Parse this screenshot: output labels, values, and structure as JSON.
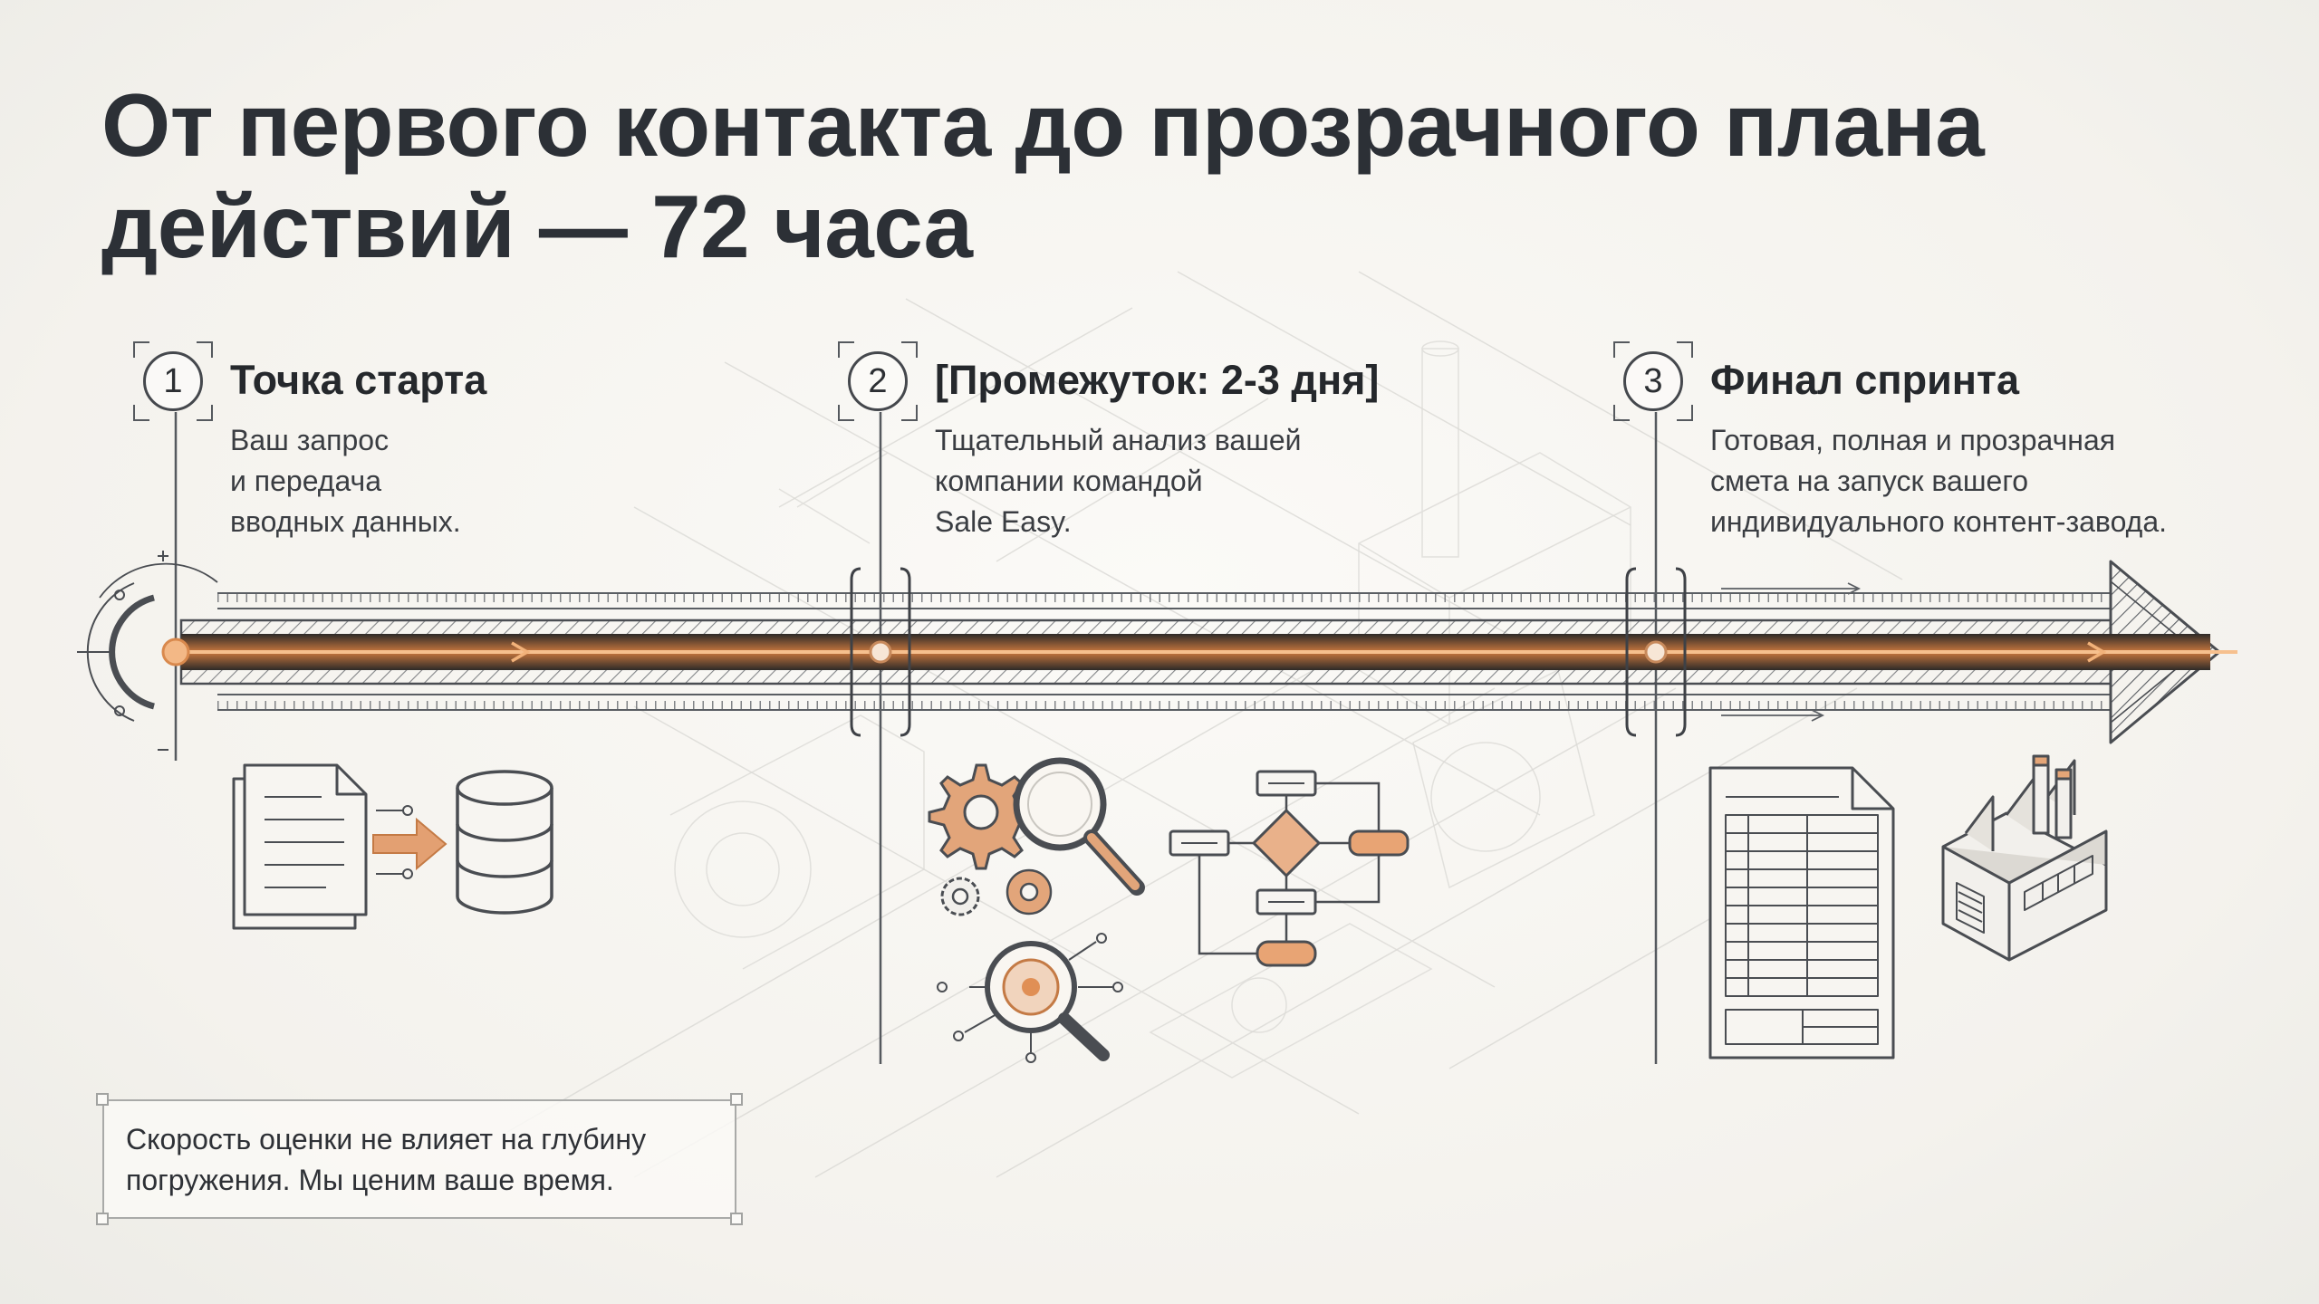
{
  "title": "От первого контакта до прозрачного плана действий — 72 часа",
  "steps": [
    {
      "number": "1",
      "title": "Точка старта",
      "description": [
        "Ваш запрос",
        "и передача",
        "вводных данных."
      ]
    },
    {
      "number": "2",
      "title": "[Промежуток: 2-3 дня]",
      "description": [
        "Тщательный анализ вашей",
        "компании командой",
        "Sale Easy."
      ]
    },
    {
      "number": "3",
      "title": "Финал спринта",
      "description": [
        "Готовая, полная и прозрачная",
        "смета на запуск вашего",
        "индивидуального контент-завода."
      ]
    }
  ],
  "note": [
    "Скорость оценки не влияет на глубину",
    "погружения. Мы ценим ваше время."
  ],
  "icons": {
    "step1": [
      "document-icon",
      "arrow-right-icon",
      "database-icon"
    ],
    "step2": [
      "gears-magnifier-icon",
      "target-magnifier-icon",
      "flowchart-icon"
    ],
    "step3": [
      "estimate-document-icon",
      "factory-icon"
    ]
  },
  "colors": {
    "accent": "#d98a4e",
    "accent_light": "#f0b98a",
    "ink": "#2c3036",
    "line": "#4a4d52"
  }
}
